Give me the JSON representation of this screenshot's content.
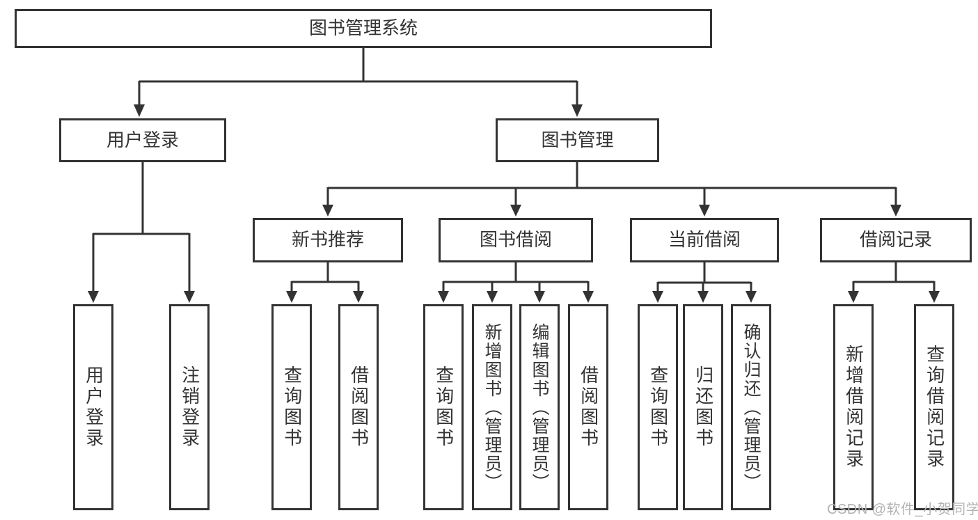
{
  "colors": {
    "line": "#333333",
    "text": "#333333",
    "box_background": "#ffffff",
    "watermark": "#b3b3b3",
    "page_background": "#ffffff"
  },
  "watermark": "CSDN @软件_小贺同学",
  "tree": {
    "root": {
      "label": "图书管理系统"
    },
    "branches": [
      {
        "label": "用户登录",
        "children": [
          {
            "label": "用户登录"
          },
          {
            "label": "注销登录"
          }
        ]
      },
      {
        "label": "图书管理",
        "groups": [
          {
            "label": "新书推荐",
            "children": [
              {
                "label": "查询图书"
              },
              {
                "label": "借阅图书"
              }
            ]
          },
          {
            "label": "图书借阅",
            "children": [
              {
                "label": "查询图书"
              },
              {
                "label": "新增图书（管理员）"
              },
              {
                "label": "编辑图书（管理员）"
              },
              {
                "label": "借阅图书"
              }
            ]
          },
          {
            "label": "当前借阅",
            "children": [
              {
                "label": "查询图书"
              },
              {
                "label": "归还图书"
              },
              {
                "label": "确认归还（管理员）"
              }
            ]
          },
          {
            "label": "借阅记录",
            "children": [
              {
                "label": "新增借阅记录"
              },
              {
                "label": "查询借阅记录"
              }
            ]
          }
        ]
      }
    ]
  }
}
